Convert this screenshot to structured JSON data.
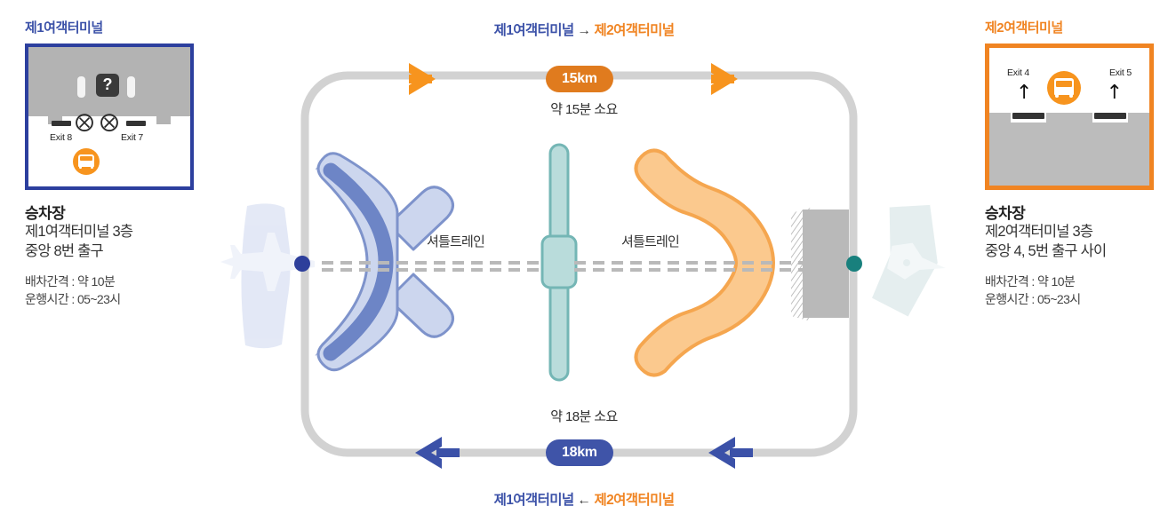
{
  "diagram": {
    "title_t1": "제1여객터미널",
    "title_t2": "제2여객터미널"
  },
  "routes": {
    "outbound": {
      "from": "제1여객터미널",
      "arrow": "→",
      "to": "제2여객터미널",
      "distance": "15km",
      "duration": "약 15분 소요",
      "badge_color": "#e07b1e",
      "arrow_color": "#f7941e"
    },
    "inbound": {
      "from": "제1여객터미널",
      "arrow": "←",
      "to": "제2여객터미널",
      "distance": "18km",
      "duration": "약 18분 소요",
      "badge_color": "#3f54a8",
      "arrow_color": "#3b51a8"
    }
  },
  "shuttle_train": {
    "label_left": "셔틀트레인",
    "label_right": "셔틀트레인"
  },
  "terminal1": {
    "title": "제1여객터미널",
    "title_color": "#3b51a8",
    "border_color": "#2c3f9e",
    "map": {
      "exit_left": "Exit 8",
      "exit_right": "Exit 7",
      "info_icon": "question-mark-icon",
      "bus_icon": "bus-icon"
    },
    "caption": {
      "heading": "승차장",
      "line1": "제1여객터미널 3층",
      "line2": "중앙 8번 출구",
      "note1": "배차간격 : 약 10분",
      "note2": "운행시간 : 05~23시"
    }
  },
  "terminal2": {
    "title": "제2여객터미널",
    "title_color": "#f08422",
    "border_color": "#f08422",
    "map": {
      "exit_left": "Exit 4",
      "exit_right": "Exit 5",
      "bus_icon": "bus-icon"
    },
    "caption": {
      "heading": "승차장",
      "line1": "제2여객터미널 3층",
      "line2": "중앙 4, 5번 출구 사이",
      "note1": "배차간격 : 약 10분",
      "note2": "운행시간 : 05~23시"
    }
  },
  "colors": {
    "road": "#d2d2d2",
    "t1_building_fill": "#ccd6ee",
    "t1_building_stroke": "#7e93cb",
    "t1_curve": "#6d85c6",
    "t2_building_fill": "#fbc98e",
    "t2_building_stroke": "#f5a64f",
    "concourse_fill": "#b9dcdb",
    "concourse_stroke": "#74b6b5",
    "node_t1": "#2d3f9b",
    "node_t2": "#18807d",
    "plane_badge": "#dfe5f5"
  }
}
